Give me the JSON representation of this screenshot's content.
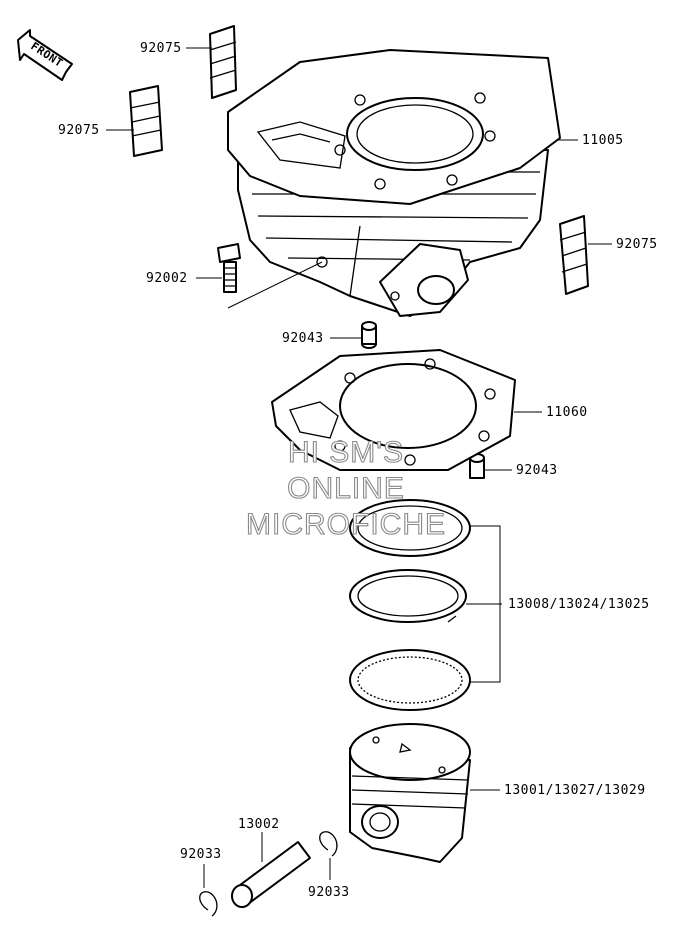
{
  "front_label": "FRONT",
  "labels": {
    "p92075_a": "92075",
    "p92075_b": "92075",
    "p92075_c": "92075",
    "p11005": "11005",
    "p92002": "92002",
    "p92043_a": "92043",
    "p92043_b": "92043",
    "p11060": "11060",
    "p13008": "13008/13024/13025",
    "p13001": "13001/13027/13029",
    "p13002": "13002",
    "p92033_a": "92033",
    "p92033_b": "92033"
  },
  "watermark": {
    "line1": "HI SM'S",
    "line2": "ONLINE",
    "line3": "MICROFICHE"
  }
}
